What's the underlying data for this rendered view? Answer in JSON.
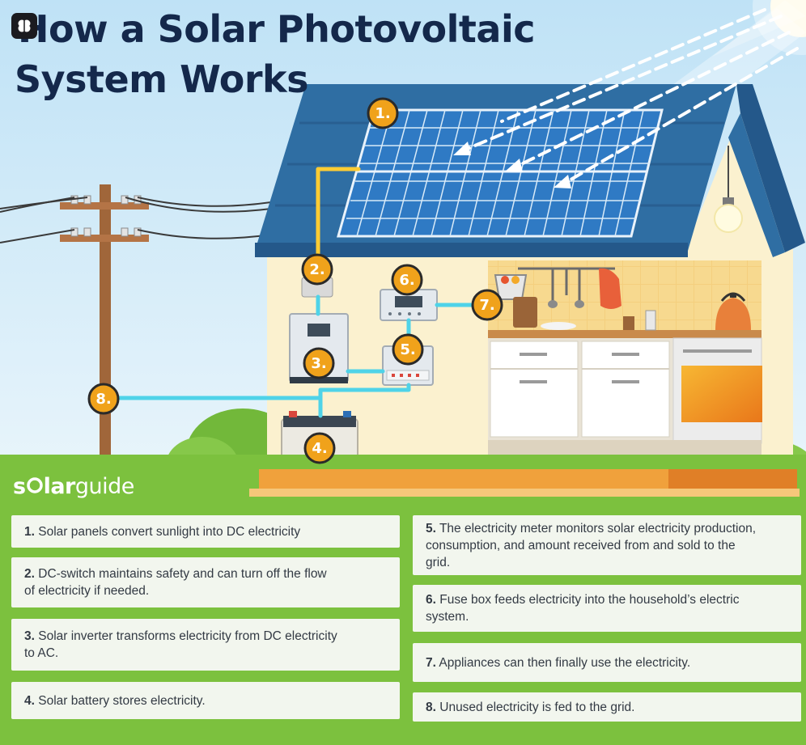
{
  "title": {
    "line1": "How a Solar Photovoltaic",
    "line2": "System Works"
  },
  "logo": {
    "part1": "s",
    "part2": "lar",
    "part3": "guide"
  },
  "badges": [
    "1.",
    "2.",
    "3.",
    "4.",
    "5.",
    "6.",
    "7.",
    "8."
  ],
  "steps": [
    {
      "num": "1.",
      "text": "Solar panels convert sunlight into DC electricity"
    },
    {
      "num": "2.",
      "text": "DC-switch maintains safety and can turn off the flow of electricity if needed."
    },
    {
      "num": "3.",
      "text": "Solar inverter transforms electricity from DC electricity to AC."
    },
    {
      "num": "4.",
      "text": "Solar battery stores electricity."
    },
    {
      "num": "5.",
      "text": "The electricity meter monitors solar electricity production, consumption, and amount received from and sold to the grid."
    },
    {
      "num": "6.",
      "text": "Fuse box feeds electricity into the household’s electric system."
    },
    {
      "num": "7.",
      "text": "Appliances can then finally use the electricity."
    },
    {
      "num": "8.",
      "text": "Unused electricity is fed to the grid."
    }
  ],
  "colors": {
    "sky": "#d7ecf8",
    "roof": "#2f6ea3",
    "wall": "#fbf1cf",
    "grass": "#7cc13e",
    "badge": "#f0a21b",
    "wire_yellow": "#ffcc33",
    "wire_cyan": "#4fd3e8",
    "card_bg": "#f2f6ee"
  }
}
